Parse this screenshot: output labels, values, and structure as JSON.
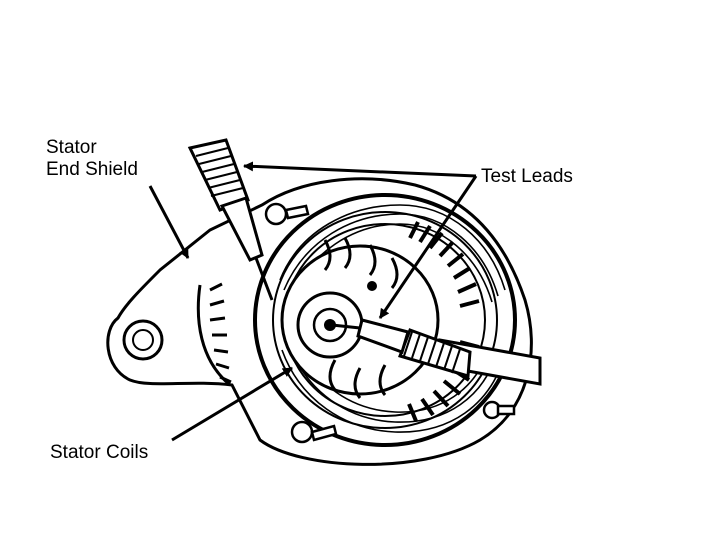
{
  "labels": {
    "stator_end_shield_line1": "Stator",
    "stator_end_shield_line2": "End Shield",
    "test_leads": "Test Leads",
    "stator_coils": "Stator Coils"
  },
  "colors": {
    "ink": "#000000",
    "paper": "#ffffff",
    "shade": "#d8d8d8"
  }
}
